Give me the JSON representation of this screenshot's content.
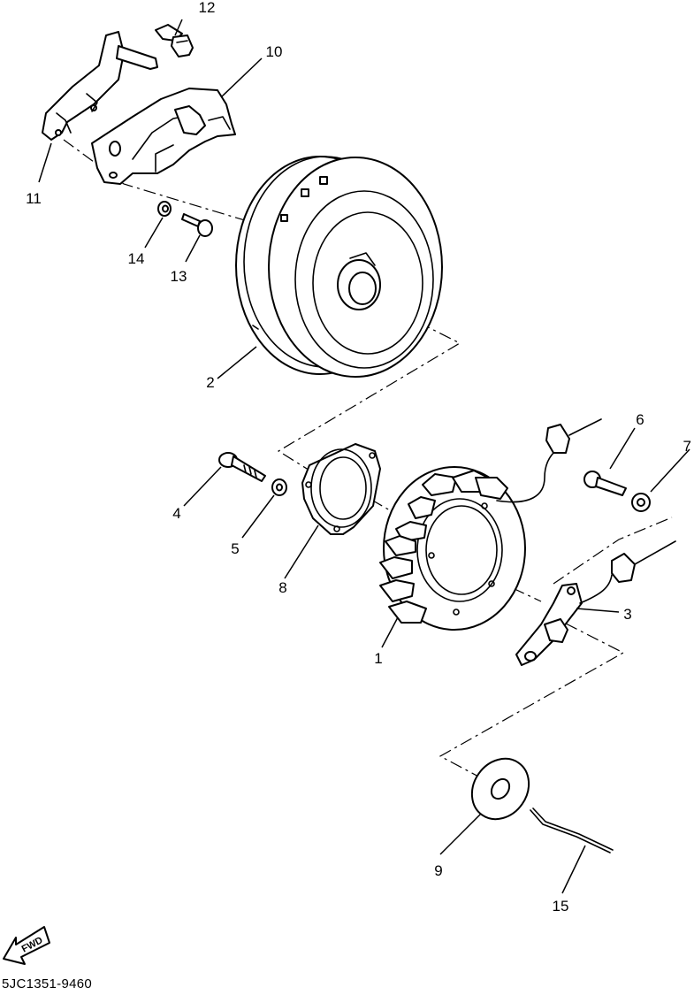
{
  "diagram": {
    "parts": [
      {
        "id": "1",
        "label": "1"
      },
      {
        "id": "2",
        "label": "2"
      },
      {
        "id": "3",
        "label": "3"
      },
      {
        "id": "4",
        "label": "4"
      },
      {
        "id": "5",
        "label": "5"
      },
      {
        "id": "6",
        "label": "6"
      },
      {
        "id": "7",
        "label": "7"
      },
      {
        "id": "8",
        "label": "8"
      },
      {
        "id": "9",
        "label": "9"
      },
      {
        "id": "10",
        "label": "10"
      },
      {
        "id": "11",
        "label": "11"
      },
      {
        "id": "12",
        "label": "12"
      },
      {
        "id": "13",
        "label": "13"
      },
      {
        "id": "14",
        "label": "14"
      },
      {
        "id": "15",
        "label": "15"
      }
    ],
    "direction_label": "FWD",
    "drawing_code": "5JC1351-9460"
  }
}
